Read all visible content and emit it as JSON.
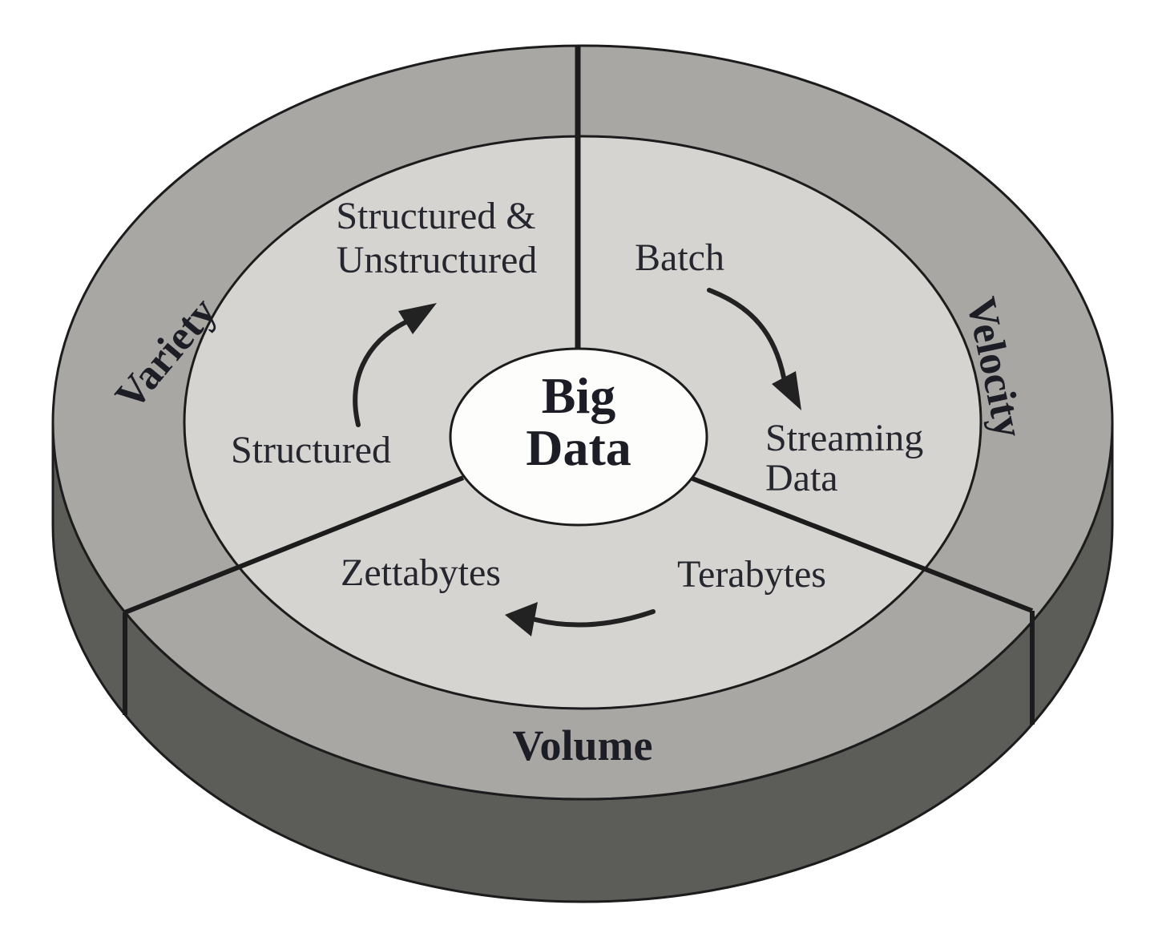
{
  "diagram": {
    "hub": {
      "line1": "Big",
      "line2": "Data"
    },
    "ring_segments": [
      {
        "id": "variety",
        "label": "Variety"
      },
      {
        "id": "velocity",
        "label": "Velocity"
      },
      {
        "id": "volume",
        "label": "Volume"
      }
    ],
    "flows": [
      {
        "segment": "variety",
        "from": "Structured",
        "to_line1": "Structured &",
        "to_line2": "Unstructured"
      },
      {
        "segment": "velocity",
        "from": "Batch",
        "to_line1": "Streaming",
        "to_line2": "Data"
      },
      {
        "segment": "volume",
        "from": "Terabytes",
        "to": "Zettabytes"
      }
    ],
    "colors": {
      "background": "#ffffff",
      "outer_ring": "#a9a7a4",
      "inner_disc": "#d6d4d1",
      "side": "#5c5c59",
      "center_fill": "#fdfdfc",
      "outline": "#1c1c1c",
      "arrow": "#222222",
      "text": "#26262e",
      "heading_text": "#1d1d26"
    }
  }
}
